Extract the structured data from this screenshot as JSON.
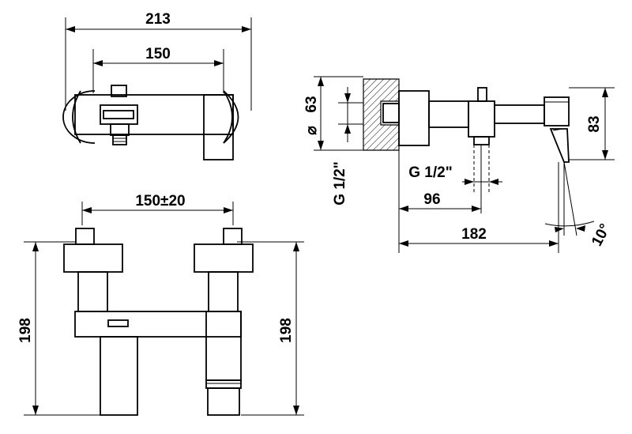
{
  "dimensions": {
    "top_width_overall": "213",
    "top_width_centers": "150",
    "front_centers": "150±20",
    "front_height_left": "198",
    "front_height_right": "198",
    "side_diameter": "63",
    "side_thread_vertical": "G 1/2\"",
    "side_thread_outlet": "G 1/2\"",
    "side_outlet_depth": "96",
    "side_total_depth": "182",
    "side_height": "83",
    "side_angle": "10°"
  }
}
